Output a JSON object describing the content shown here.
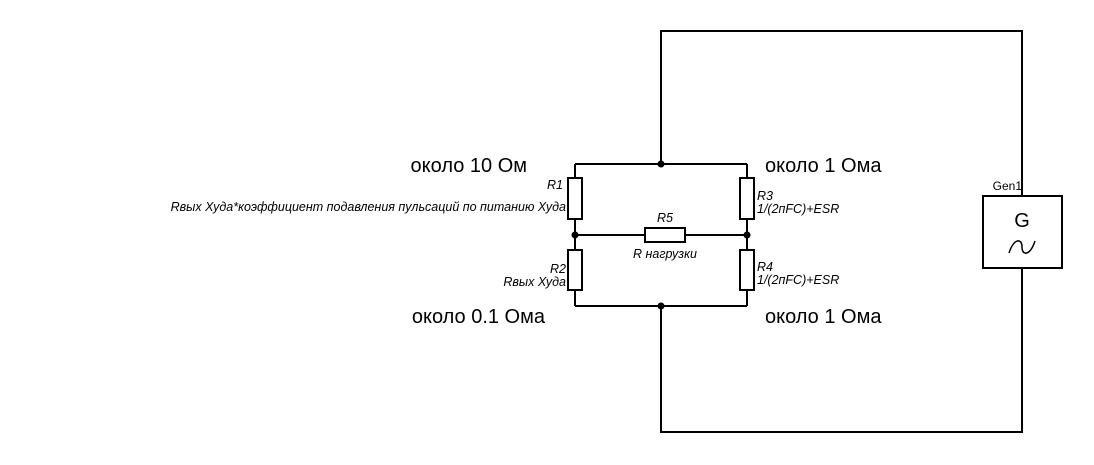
{
  "diagram": {
    "type": "circuit-schematic",
    "colors": {
      "line": "#000000",
      "background": "#ffffff"
    },
    "annotations": {
      "top_left": "около 10 Ом",
      "top_right": "около 1 Ома",
      "bottom_left": "около 0.1 Ома",
      "bottom_right": "около 1 Ома"
    },
    "components": {
      "r1": {
        "name": "R1",
        "value": "Rвых Худа*коэффициент подавления пульсаций по питанию Худа"
      },
      "r2": {
        "name": "R2",
        "value": "Rвых Худа"
      },
      "r3": {
        "name": "R3",
        "value": "1/(2пFC)+ESR"
      },
      "r4": {
        "name": "R4",
        "value": "1/(2пFC)+ESR"
      },
      "r5": {
        "name": "R5",
        "value": "R нагрузки"
      },
      "gen1": {
        "name": "Gen1",
        "symbol": "G",
        "icon": "sine-wave-icon"
      }
    }
  }
}
